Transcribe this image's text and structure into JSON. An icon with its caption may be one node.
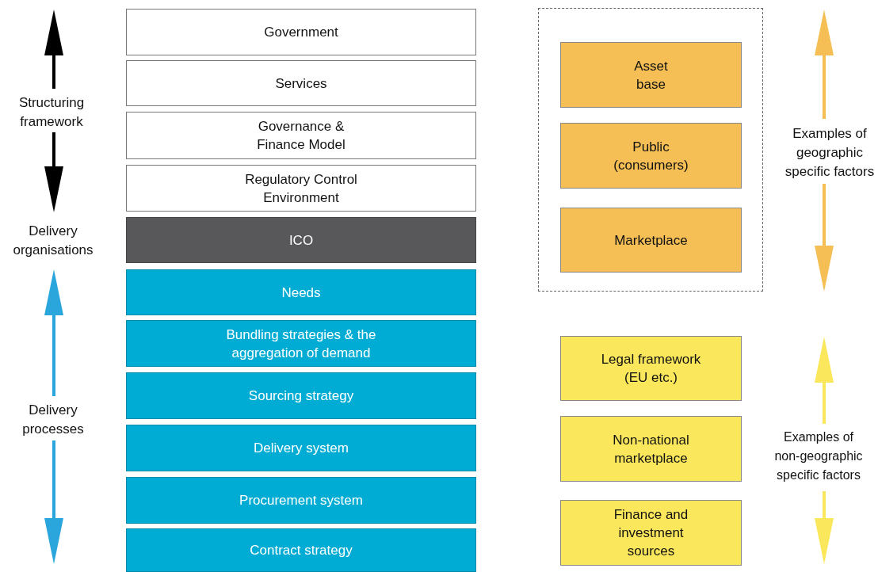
{
  "diagram": {
    "nodes": [
      {
        "text": [
          "Government"
        ]
      },
      {
        "text": [
          "Services"
        ]
      },
      {
        "text": [
          "Governance & Finance Model"
        ]
      },
      {
        "text": [
          "Regulatory Control Environment"
        ]
      },
      {
        "text": [
          "ICO"
        ]
      },
      {
        "text": [
          "Needs"
        ]
      },
      {
        "text": [
          "Bundling strategies & the aggregation of demand"
        ]
      },
      {
        "text": [
          "Sourcing strategy"
        ]
      },
      {
        "text": [
          "Delivery system"
        ]
      },
      {
        "text": [
          "Procurement system"
        ]
      },
      {
        "text": [
          "Contract strategy"
        ]
      },
      {
        "text": [],
        "shape": "box"
      },
      {
        "text": [
          "Asset base"
        ],
        "in": 11
      },
      {
        "text": [
          "Public (consumers)"
        ],
        "in": 11
      },
      {
        "text": [
          "Marketplace"
        ],
        "in": 11
      },
      {
        "text": [
          "Legal framework (EU etc.)"
        ]
      },
      {
        "text": [
          "Non-national marketplace"
        ]
      },
      {
        "text": [
          "Finance and investment sources"
        ]
      }
    ],
    "edges": [],
    "labels": [
      "Structuring framework",
      "Delivery organisations",
      "Delivery processes",
      "Examples of geographic specific factors",
      "Examples of non-geographic specific factors"
    ]
  }
}
